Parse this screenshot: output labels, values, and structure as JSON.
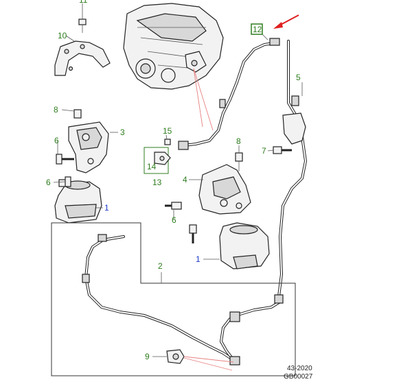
{
  "callouts": {
    "c1a": "1",
    "c1b": "1",
    "c2": "2",
    "c3": "3",
    "c4": "4",
    "c5": "5",
    "c6a": "6",
    "c6b": "6",
    "c6c": "6",
    "c7": "7",
    "c8a": "8",
    "c8b": "8",
    "c9": "9",
    "c10": "10",
    "c11": "11",
    "c12": "12",
    "c13": "13",
    "c14": "14",
    "c15": "15"
  },
  "reference": {
    "line1": "43-2020",
    "line2": "GB00027"
  },
  "colors": {
    "callout_green": "#2e7d1e",
    "callout_blue": "#1e3cc8",
    "highlight_arrow": "#e02020",
    "leader_pink": "#e88080"
  }
}
